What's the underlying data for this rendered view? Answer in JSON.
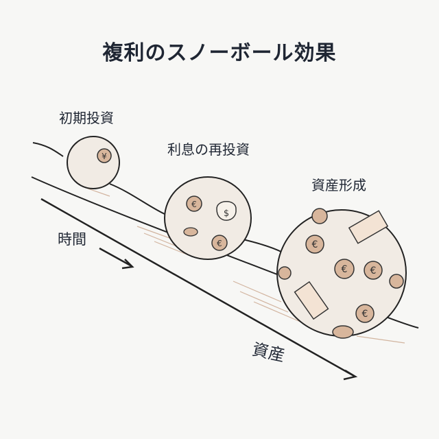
{
  "title": "複利のスノーボール効果",
  "labels": {
    "initial": "初期投資",
    "reinvest": "利息の再投資",
    "asset_building": "資産形成",
    "time": "時間",
    "assets": "資産"
  },
  "colors": {
    "ink": "#1f2633",
    "coin": "#c9a48a",
    "snow": "#f1ebe4",
    "accent": "#b98c74"
  }
}
